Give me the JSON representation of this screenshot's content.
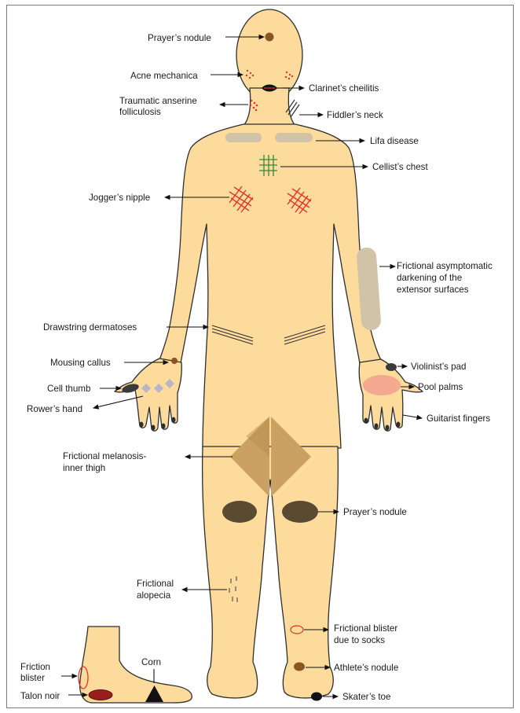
{
  "labels": {
    "prayers_nodule_head": "Prayer’s nodule",
    "acne_mechanica": "Acne mechanica",
    "clarinets_cheilitis": "Clarinet’s cheilitis",
    "traumatic_anserine_1": "Traumatic anserine",
    "traumatic_anserine_2": "folliculosis",
    "fiddlers_neck": "Fiddler’s neck",
    "lifa_disease": "Lifa disease",
    "cellists_chest": "Cellist’s chest",
    "joggers_nipple": "Jogger’s nipple",
    "frictional_asymptomatic_1": "Frictional asymptomatic",
    "frictional_asymptomatic_2": "darkening of the",
    "frictional_asymptomatic_3": "extensor surfaces",
    "drawstring_dermatoses": "Drawstring dermatoses",
    "mousing_callus": "Mousing callus",
    "violinists_pad": "Violinist’s pad",
    "cell_thumb": "Cell thumb",
    "pool_palms": "Pool palms",
    "rowers_hand": "Rower’s hand",
    "guitarist_fingers": "Guitarist fingers",
    "frictional_melanosis_1": "Frictional melanosis-",
    "frictional_melanosis_2": "inner thigh",
    "prayers_nodule_knee": "Prayer’s nodule",
    "frictional_alopecia_1": "Frictional",
    "frictional_alopecia_2": "alopecia",
    "frictional_blister_socks_1": "Frictional blister",
    "frictional_blister_socks_2": "due to socks",
    "friction_blister_1": "Friction",
    "friction_blister_2": "blister",
    "corn": "Corn",
    "athletes_nodule": "Athlete’s nodule",
    "talon_noir": "Talon noir",
    "skaters_toe": "Skater’s toe"
  },
  "colors": {
    "skin": "#fcdb9c",
    "outline": "#2e2e2e",
    "dark_lesion": "#5a4a32",
    "brown_nodule": "#8a5524",
    "red_lesion": "#e0352b",
    "green_grid": "#2f8a3e",
    "gray_patch": "#d0c3a8",
    "pink_palm": "#f4a890",
    "melanosis": "#caa063"
  }
}
